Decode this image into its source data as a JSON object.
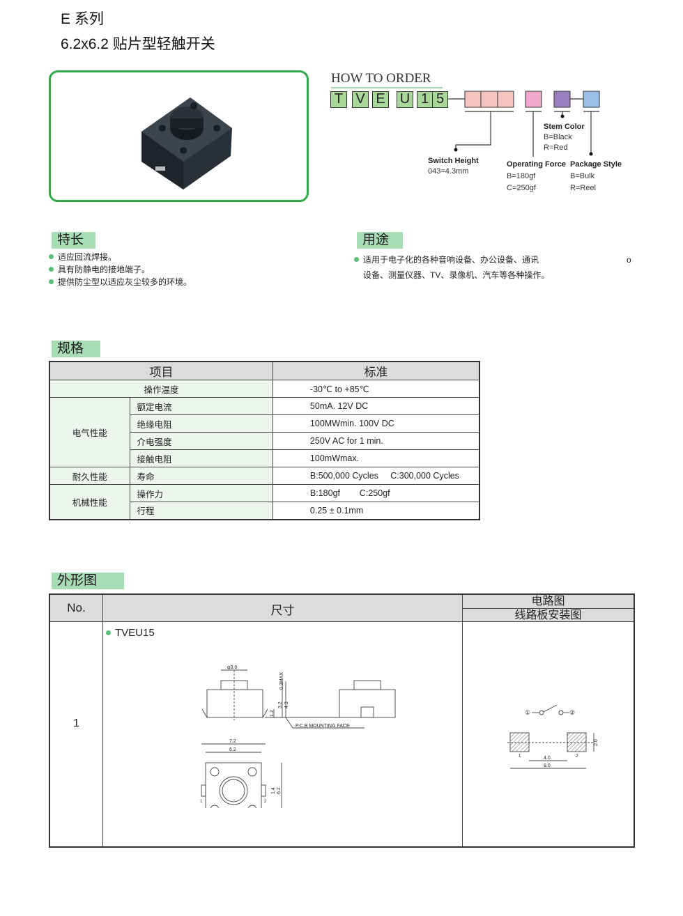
{
  "header": {
    "series": "E 系列",
    "title": "6.2x6.2 贴片型轻触开关"
  },
  "order": {
    "title": "HOW  TO ORDER",
    "code": [
      "T",
      "V",
      "E",
      "U",
      "1",
      "5"
    ],
    "colors": {
      "code": "#a9d79a",
      "height": "#f6c4c0",
      "force": "#f2a6cb",
      "stem": "#9b7fc1",
      "package": "#9bbfe8"
    },
    "switch_height": {
      "label": "Switch Height",
      "values": [
        "043=4.3mm"
      ]
    },
    "operating_force": {
      "label": "Operating Force",
      "values": [
        "B=180gf",
        "C=250gf"
      ]
    },
    "stem_color": {
      "label": "Stem Color",
      "values": [
        "B=Black",
        "R=Red"
      ]
    },
    "package_style": {
      "label": "Package Style",
      "values": [
        "B=Bulk",
        "R=Reel"
      ]
    }
  },
  "features": {
    "title": "特长",
    "items": [
      "适应回流焊接。",
      "具有防静电的接地端子。",
      "提供防尘型以适应灰尘较多的环境。"
    ]
  },
  "usage": {
    "title": "用途",
    "lines": [
      "适用于电子化的各种音响设备、办公设备、通讯",
      "设备、测量仪器、TV、录像机、汽车等各种操作。"
    ],
    "stray": "o"
  },
  "spec": {
    "title": "规格",
    "headers": [
      "项目",
      "标准"
    ],
    "rows": [
      {
        "group": "操作温度",
        "item": "",
        "value": "-30℃  to +85℃"
      },
      {
        "group": "电气性能",
        "item": "额定电流",
        "value": "50mA. 12V DC"
      },
      {
        "group": "",
        "item": "绝缘电阻",
        "value": "100MWmin. 100V DC"
      },
      {
        "group": "",
        "item": "介电强度",
        "value": "250V AC for 1 min."
      },
      {
        "group": "",
        "item": "接触电阻",
        "value": "100mWmax."
      },
      {
        "group": "耐久性能",
        "item": "寿命",
        "value": "B:500,000 Cycles     C:300,000 Cycles"
      },
      {
        "group": "机械性能",
        "item": "操作力",
        "value": "B:180gf        C:250gf"
      },
      {
        "group": "",
        "item": "行程",
        "value": "0.25 ± 0.1mm"
      }
    ]
  },
  "outline": {
    "title": "外形图",
    "headers": {
      "no": "No.",
      "size": "尺寸",
      "circuit": "电路图",
      "pcb": "线路板安装图"
    },
    "row": {
      "no": "1",
      "model": "TVEU15"
    },
    "dims": {
      "d30": "φ3.0",
      "max": "0.3MAX",
      "h32": "3.2",
      "h43": "4.3",
      "h12": "1.2",
      "pcb_face": "P.C.B MOUNTING FACE",
      "w72": "7.2",
      "w62": "6.2",
      "h14": "1.4",
      "h62": "6.2",
      "pin1": "1",
      "pin2": "2"
    },
    "pcb": {
      "c1": "①",
      "c2": "②",
      "w40": "4.0",
      "w80": "8.0",
      "h20": "2.0",
      "p1": "1",
      "p2": "2"
    }
  }
}
